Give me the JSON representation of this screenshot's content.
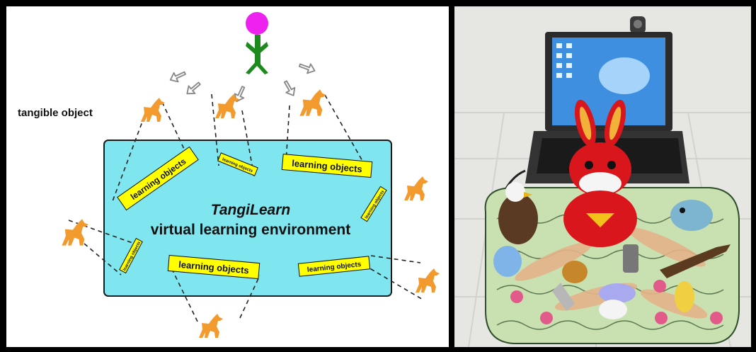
{
  "diagram": {
    "tangible_label": "tangible object",
    "title": "TangiLearn",
    "subtitle": "virtual learning environment",
    "learning_object_label": "learning objects",
    "colors": {
      "environment_fill": "#7fe5ef",
      "environment_stroke": "#1a1a1a",
      "label_fill": "#ffff00",
      "animal": "#f39a2e",
      "person_head": "#ee22ee",
      "person_body": "#1d8a1d",
      "arrow": "#8a8a8a"
    },
    "icons": {
      "person": "person-icon",
      "animal": "animal-figure-icon",
      "arrow": "arrow-icon"
    }
  },
  "photo": {
    "subject": "laptop-with-toy-animals-on-mat",
    "colors": {
      "background": "#e6e6e3",
      "laptop": "#2b2b2b",
      "screen": "#3f8fe0",
      "mat": "#c9e0b0",
      "rabbit": "#d8161b"
    }
  }
}
